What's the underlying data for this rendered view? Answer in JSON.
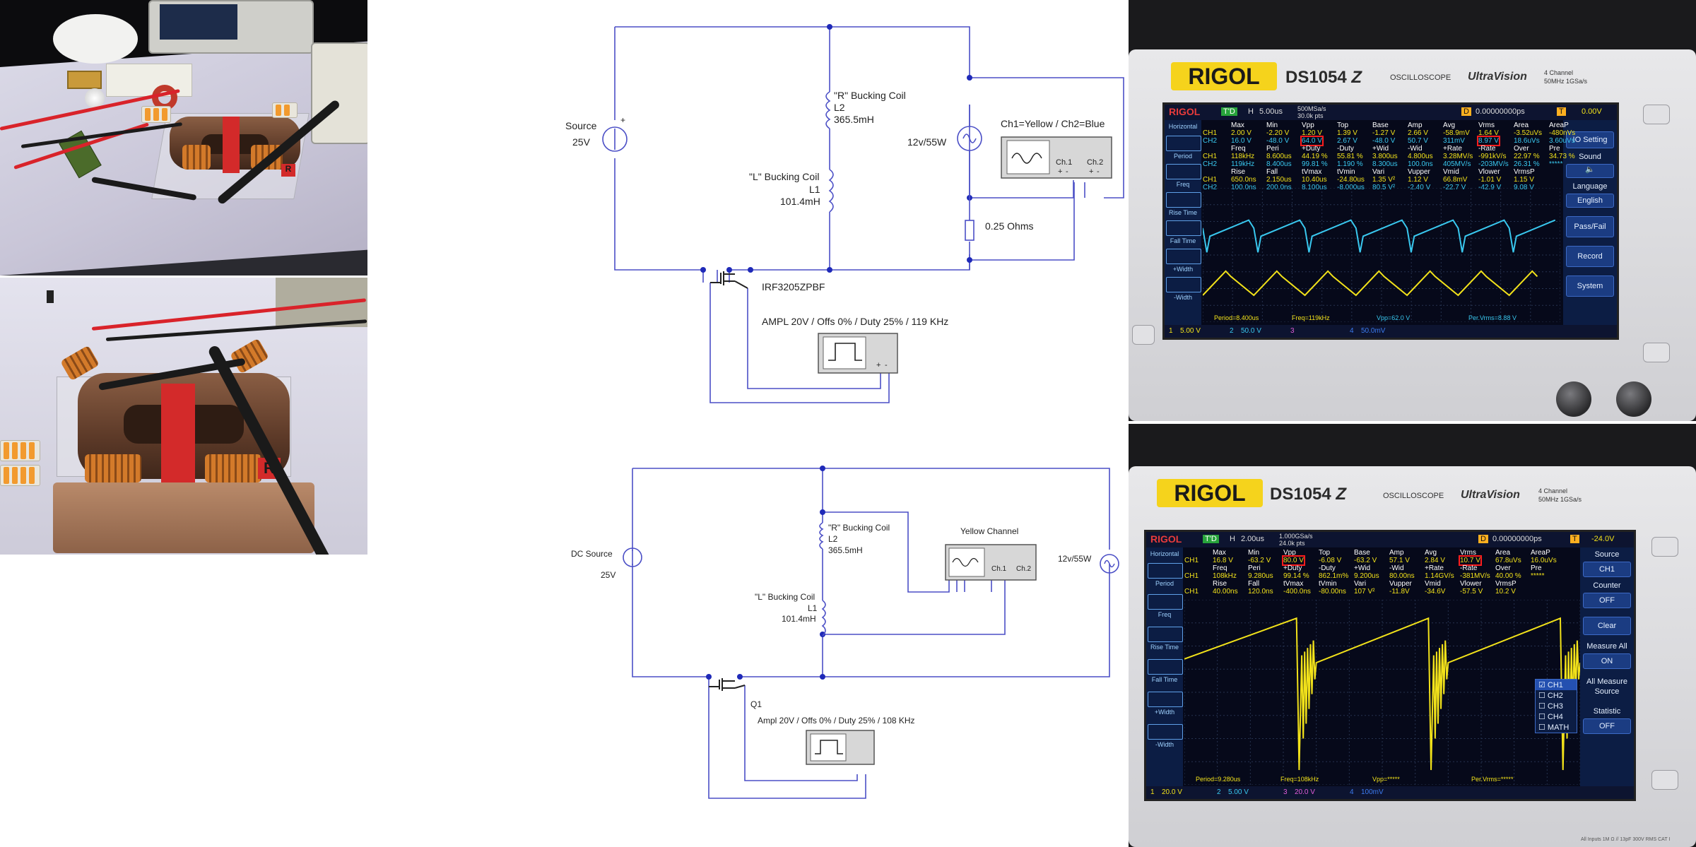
{
  "schematic_top": {
    "source_label": "Source",
    "source_voltage": "25V",
    "r_coil": {
      "name": "\"R\" Bucking Coil",
      "ref": "L2",
      "value": "365.5mH"
    },
    "l_coil": {
      "name": "\"L\" Bucking Coil",
      "ref": "L1",
      "value": "101.4mH"
    },
    "lamp": "12v/55W",
    "scope_label": "Ch1=Yellow / Ch2=Blue",
    "ch1": "Ch.1",
    "ch2": "Ch.2",
    "resistor": "0.25 Ohms",
    "mosfet": "IRF3205ZPBF",
    "generator": "AMPL 20V / Offs 0% / Duty 25% / 119 KHz",
    "plus": "+",
    "minus": "-"
  },
  "schematic_bottom": {
    "source_label": "DC Source",
    "source_voltage": "25V",
    "r_coil": {
      "name": "\"R\" Bucking Coil",
      "ref": "L2",
      "value": "365.5mH"
    },
    "l_coil": {
      "name": "\"L\" Bucking Coil",
      "ref": "L1",
      "value": "101.4mH"
    },
    "lamp": "12v/55W",
    "scope_label": "Yellow Channel",
    "ch1": "Ch.1",
    "ch2": "Ch.2",
    "mosfet": "Q1",
    "generator": "Ampl 20V / Offs 0% / Duty 25% / 108 KHz"
  },
  "scope_top": {
    "brand": "RIGOL",
    "model": "DS1054",
    "model_z": "Z",
    "tagline": "OSCILLOSCOPE",
    "ultra": "UltraVision",
    "spec1": "4 Channel",
    "spec2": "50MHz  1GSa/s",
    "header": {
      "logo": "RIGOL",
      "td": "T'D",
      "h": "H",
      "timebase": "5.00us",
      "sa": "500MSa/s",
      "pts": "30.0k pts",
      "d": "D",
      "delay": "0.00000000ps",
      "t": "T",
      "trig": "0.00V"
    },
    "left_menu": [
      "Horizontal",
      "Period",
      "Freq",
      "Rise Time",
      "Fall Time",
      "+Width",
      "-Width"
    ],
    "right_menu": {
      "title": "IO Setting",
      "sound": "Sound",
      "language": "Language",
      "lang_val": "English",
      "passfail": "Pass/Fail",
      "record": "Record",
      "system": "System"
    },
    "meas_header": [
      "Max",
      "Min",
      "Vpp",
      "Top",
      "Base",
      "Amp",
      "Avg",
      "Vrms",
      "Area",
      "AreaP"
    ],
    "meas_rows": [
      [
        "CH1",
        "2.00 V",
        "-2.20 V",
        "1.20 V",
        "1.39 V",
        "-1.27 V",
        "2.66 V",
        "-58.9mV",
        "1.64 V",
        "-3.52uVs",
        "-480nVs"
      ],
      [
        "CH2",
        "16.0 V",
        "-48.0 V",
        "64.0 V",
        "2.67 V",
        "-48.0 V",
        "50.7 V",
        "311mV",
        "8.97 V",
        "18.6uVs",
        "3.60uVs"
      ]
    ],
    "meas_header2": [
      "Freq",
      "Peri",
      "+Duty",
      "-Duty",
      "+Wid",
      "-Wid",
      "+Rate",
      "-Rate",
      "Over",
      "Pre"
    ],
    "meas_rows2": [
      [
        "CH1",
        "118kHz",
        "8.600us",
        "44.19 %",
        "55.81 %",
        "3.800us",
        "4.800us",
        "3.28MV/s",
        "-991kV/s",
        "22.97 %",
        "34.73 %"
      ],
      [
        "CH2",
        "119kHz",
        "8.400us",
        "99.81 %",
        "1.190 %",
        "8.300us",
        "100.0ns",
        "405MV/s",
        "-203MV/s",
        "26.31 %",
        "*****"
      ]
    ],
    "meas_header3": [
      "Rise",
      "Fall",
      "tVmax",
      "tVmin",
      "Vari",
      "Vupper",
      "Vmid",
      "Vlower",
      "VrmsP"
    ],
    "meas_rows3": [
      [
        "CH1",
        "650.0ns",
        "2.150us",
        "10.40us",
        "-24.80us",
        "1.35 V²",
        "1.12 V",
        "66.8mV",
        "-1.01 V",
        "1.15 V"
      ],
      [
        "CH2",
        "100.0ns",
        "200.0ns",
        "8.100us",
        "-8.000us",
        "80.5 V²",
        "-2.40 V",
        "-22.7 V",
        "-42.9 V",
        "9.08 V"
      ]
    ],
    "footer_stats": {
      "period": "Period=8.400us",
      "freq": "Freq=119kHz",
      "vpp": "Vpp=62.0 V",
      "vrms": "Per.Vrms=8.88 V"
    },
    "ch_scales": [
      "5.00 V",
      "50.0 V",
      "",
      "50.0mV"
    ],
    "colors": {
      "ch1": "#f2e21a",
      "ch2": "#39c8ef",
      "highlight": "#ff1d1d"
    }
  },
  "scope_bottom": {
    "brand": "RIGOL",
    "model": "DS1054",
    "model_z": "Z",
    "tagline": "OSCILLOSCOPE",
    "ultra": "UltraVision",
    "spec1": "4 Channel",
    "spec2": "50MHz  1GSa/s",
    "header": {
      "logo": "RIGOL",
      "td": "T'D",
      "h": "H",
      "timebase": "2.00us",
      "sa": "1.000GSa/s",
      "pts": "24.0k pts",
      "d": "D",
      "delay": "0.00000000ps",
      "t": "T",
      "trig": "-24.0V"
    },
    "left_menu": [
      "Horizontal",
      "Period",
      "Freq",
      "Rise Time",
      "Fall Time",
      "+Width",
      "-Width"
    ],
    "right_menu": {
      "source": "Source",
      "source_val": "CH1",
      "counter": "Counter",
      "counter_val": "OFF",
      "clear": "Clear",
      "measure_all": "Measure All",
      "measure_all_val": "ON",
      "all_measure": "All Measure",
      "am_source": "Source",
      "statistic": "Statistic",
      "statistic_val": "OFF"
    },
    "source_list": [
      "CH1",
      "CH2",
      "CH3",
      "CH4",
      "MATH"
    ],
    "meas_header": [
      "Max",
      "Min",
      "Vpp",
      "Top",
      "Base",
      "Amp",
      "Avg",
      "Vrms",
      "Area",
      "AreaP"
    ],
    "meas_rows": [
      [
        "CH1",
        "16.8 V",
        "-63.2 V",
        "80.0 V",
        "-6.08 V",
        "-63.2 V",
        "57.1 V",
        "2.84 V",
        "10.7 V",
        "67.8uVs",
        "16.0uVs"
      ]
    ],
    "meas_header2": [
      "Freq",
      "Peri",
      "+Duty",
      "-Duty",
      "+Wid",
      "-Wid",
      "+Rate",
      "-Rate",
      "Over",
      "Pre"
    ],
    "meas_rows2": [
      [
        "CH1",
        "108kHz",
        "9.280us",
        "99.14 %",
        "862.1m%",
        "9.200us",
        "80.00ns",
        "1.14GV/s",
        "-381MV/s",
        "40.00 %",
        "*****"
      ]
    ],
    "meas_header3": [
      "Rise",
      "Fall",
      "tVmax",
      "tVmin",
      "Vari",
      "Vupper",
      "Vmid",
      "Vlower",
      "VrmsP"
    ],
    "meas_rows3": [
      [
        "CH1",
        "40.00ns",
        "120.0ns",
        "-400.0ns",
        "-80.00ns",
        "107 V²",
        "-11.8V",
        "-34.6V",
        "-57.5 V",
        "10.2 V"
      ]
    ],
    "footer_stats": {
      "period": "Period=9.280us",
      "freq": "Freq=108kHz",
      "vpp": "Vpp=*****",
      "vrms": "Per.Vrms=*****"
    },
    "ch_scales": [
      "20.0 V",
      "5.00 V",
      "20.0 V",
      "100mV"
    ],
    "colors": {
      "ch1": "#f2e21a",
      "highlight": "#ff1d1d"
    }
  },
  "photo": {
    "r_label": "R"
  },
  "scope_channel_numbers": [
    "1",
    "2",
    "3",
    "4"
  ],
  "scope_legal": "All Inputs 1M Ω // 13pF 300V RMS  CAT I"
}
